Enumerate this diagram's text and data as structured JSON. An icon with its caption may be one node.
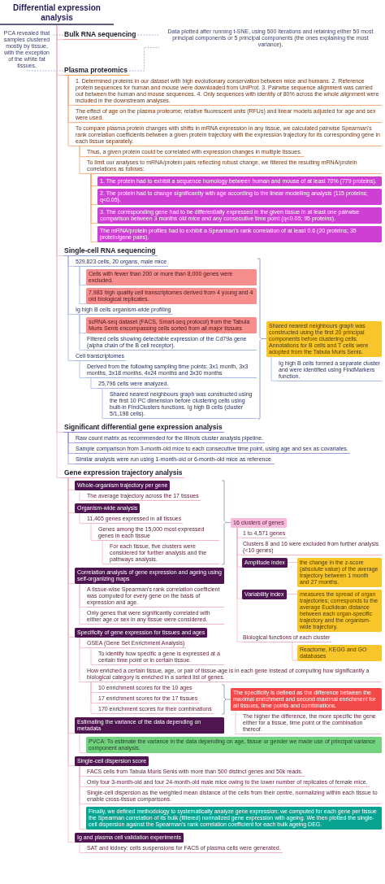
{
  "diagram": {
    "nodes": [
      {
        "text": [
          "Differential expression analysis"
        ]
      },
      {
        "text": [
          "Bulk RNA sequencing"
        ]
      },
      {
        "text": [
          "PCA revealed that samples clustered mostly by tissue, with the exception of the white fat tissues."
        ]
      },
      {
        "text": [
          "Data plotted after running t-SNE, using 500 iterations and retaining either 50 most principal components or 5 principal components (the ones explaining the most variance)."
        ]
      },
      {
        "text": [
          "Plasma proteomics"
        ]
      },
      {
        "text": [
          "1. Determined proteins in our dataset with high evolutionary conservation between mice and humans. 2. Reference protein sequences for human and mouse were downloaded from UniProt. 3. Pairwise sequence alignment was carried out between the human and mouse sequences. 4. Only sequences with identity of 80% across the whole alignment were included in the downstream analyses."
        ]
      },
      {
        "text": [
          "The effect of age on the plasma proteome; relative fluorescent units (RFUs) and linear models adjusted for age and sex were used."
        ]
      },
      {
        "text": [
          "To compare plasma protein changes with shifts in mRNA expression in any tissue, we calculated pairwise Spearman's rank correlation coefficients between a given protein trajectory with the expression trajectory for its corresponding gene in each tissue separately."
        ]
      },
      {
        "text": [
          "Thus, a given protein could be correlated with expression changes in multiple tissues."
        ]
      },
      {
        "text": [
          "To limit our analyses to mRNA/protein pairs reflecting robust change, we filtered the resulting mRNA/protein correlations as follows:"
        ]
      },
      {
        "text": [
          "1. The protein had to exhibit a sequence homology between human and mouse of at least 70% (779 proteins)."
        ]
      },
      {
        "text": [
          "2. The protein had to change significantly with age according to the linear modelling analysis (115 proteins; q<0.05)."
        ]
      },
      {
        "text": [
          "3. The corresponding gene had to be differentially expressed in the given tissue in at least one pairwise comparison between 3 months old mice and any consecutive time point (q<0.05; 95 proteins)."
        ]
      },
      {
        "text": [
          "The mRNA/protein profiles had to exhibit a Spearman's rank correlation of at least 0.6 (20 proteins; 35 protein/gene pairs)."
        ]
      },
      {
        "text": [
          "Single-cell RNA sequencing"
        ]
      },
      {
        "text": [
          "529,823 cells, 20 organs, male mice"
        ]
      },
      {
        "text": [
          "Cells with fewer than 200 or more than 8,000 genes were excluded."
        ]
      },
      {
        "text": [
          "7,983 high quality cell transcriptomes derived from 4 young and 4 old biological replicates."
        ]
      },
      {
        "text": [
          "Ig high B cells organism-wide profiling"
        ]
      },
      {
        "text": [
          "scRNA-seq dataset (FACS, Smart-seq protocol) from the Tabula Muris Senis encompassing cells sorted from all major tissues"
        ]
      },
      {
        "text": [
          "Filtered cells showing detectable expression of the Cd79a gene (alpha chain of the B cell receptor)."
        ]
      },
      {
        "text": [
          "Cell transcriptomes"
        ]
      },
      {
        "text": [
          "Derived from the following sampling time points: 3x1 month, 3x3 months, 3x18 months, 4x24 months and 3x30 months"
        ]
      },
      {
        "text": [
          "25,796 cells were analyzed."
        ]
      },
      {
        "text": [
          "Shared nearest neighbours graph was constructed using the first 10 PC dimension before clustering cells using built-in FindClusters functions. Ig high B cells (cluster 5/1,198 cells)."
        ]
      },
      {
        "text": [
          "Shared nearest neighbours graph was constructed using the first 20 principal components before clustering cells. Annotations for B cells and T cells were adopted from the Tabula Muris Senis."
        ]
      },
      {
        "text": [
          "Ig high B cells formed a separate cluster and were identified using FindMarkers function."
        ]
      },
      {
        "text": [
          "Significant differential gene expression analysis"
        ]
      },
      {
        "text": [
          "Raw count matrix as recommended for the Illinois cluster analysis pipeline."
        ]
      },
      {
        "text": [
          "Sample comparison from 3-month-old mice to each consecutive time point, using age and sex as covariates."
        ]
      },
      {
        "text": [
          "Similar analysis were run using 1-month-old or 6-month-old mice as reference."
        ]
      },
      {
        "text": [
          "Gene expression trajectory analysis"
        ]
      },
      {
        "text": [
          "Whole-organism trajectory per gene"
        ]
      },
      {
        "text": [
          "The average trajectory across the 17 tissues"
        ]
      },
      {
        "text": [
          "Organism-wide analysis"
        ]
      },
      {
        "text": [
          "11,465 genes expressed in all tissues"
        ]
      },
      {
        "text": [
          "Genes among the 15,000 most expressed genes in each tissue"
        ]
      },
      {
        "text": [
          "For each tissue, five clusters were considered for further analysis and the pathways analysis."
        ]
      },
      {
        "text": [
          "16 clusters of genes"
        ]
      },
      {
        "text": [
          "1 to 4,571 genes"
        ]
      },
      {
        "text": [
          "Clusters 8 and 16 were excluded from further analysis (<10 genes)"
        ]
      },
      {
        "text": [
          "Amplitude index"
        ]
      },
      {
        "text": [
          "the change in the z-score (absolute value) of the average trajectory between 1 month and 27 months."
        ]
      },
      {
        "text": [
          "Variability index"
        ]
      },
      {
        "text": [
          "measures the spread of organ trajectories; corresponds to the average Euclidean distance between each organ-specific trajectory and the organism-wide trajectory."
        ]
      },
      {
        "text": [
          "Biological functions of each cluster"
        ]
      },
      {
        "text": [
          "Reactome, KEGG and GO databases"
        ]
      },
      {
        "text": [
          "Correlation analysis of gene expression and ageing using self-organizing maps"
        ]
      },
      {
        "text": [
          "A tissue-wise Spearman's rank correlation coefficient was computed for every gene on the basis of expression and age."
        ]
      },
      {
        "text": [
          "Only genes that were significantly correlated with either age or sex in any tissue were considered."
        ]
      },
      {
        "text": [
          "Specificity of gene expression for tissues and ages"
        ]
      },
      {
        "text": [
          "GSEA (Gene Set Enrichment Analysis)"
        ]
      },
      {
        "text": [
          "To identify how specific a gene is expressed at a certain time point or in certain tissue."
        ]
      },
      {
        "text": [
          "How enriched a certain tissue, age, or pair of tissue-age is in each gene instead of computing how significantly a biological category is enriched in a sorted list of genes."
        ]
      },
      {
        "text": [
          "10 enrichment scores for the 10 ages"
        ]
      },
      {
        "text": [
          "17 enrichment scores for the 17 tissues"
        ]
      },
      {
        "text": [
          "170 enrichment scores for their combinations"
        ]
      },
      {
        "text": [
          "The specificity is defined as the difference between the maximal enrichment and second maximal enrichment for all tissues, time points and combinations."
        ]
      },
      {
        "text": [
          "The higher the difference, the more specific the gene either for a tissue, time point or the combination thereof."
        ]
      },
      {
        "text": [
          "Estimating the variance of the data depending on metadata"
        ]
      },
      {
        "text": [
          "PVCA: To estimate the variance in the data depending on age, tissue or gender we made use of principal variance component analysis."
        ]
      },
      {
        "text": [
          "Single-cell dispersion score"
        ]
      },
      {
        "text": [
          "FACS cells from Tabula Muris Senis with more than 500 distinct genes and 50k reads."
        ]
      },
      {
        "text": [
          "Only four 3-month-old and four 24-month-old male mice owing to the lower number of replicates of female mice."
        ]
      },
      {
        "text": [
          "Single-cell dispersion as the weighted mean distance of the cells from their centre, normalizing within each tissue to enable cross-tissue comparisons."
        ]
      },
      {
        "text": [
          "Finally, we defined methodology to systematically analyze gene expression: we computed for each gene per tissue the Spearman correlation of its bulk (filtered) normalized gene expression with ageing. We then plotted the single-cell dispersion against the Spearman's rank correlation coefficient for each bulk ageing DEG."
        ]
      },
      {
        "text": [
          "Ig and plasma cell validation experiments"
        ]
      },
      {
        "text": [
          "SAT and kidney: cells suspensions for FACS of plasma cells were generated."
        ]
      }
    ],
    "edges": [
      {
        "from": 0,
        "to": 1,
        "arrow": "none"
      },
      {
        "from": 0,
        "to": 4,
        "arrow": "none"
      },
      {
        "from": 0,
        "to": 14,
        "arrow": "none"
      },
      {
        "from": 0,
        "to": 27,
        "arrow": "none"
      },
      {
        "from": 0,
        "to": 31,
        "arrow": "none"
      },
      {
        "from": 1,
        "to": 2,
        "arrow": "none",
        "style": "dashed",
        "color": "#9ea6c4"
      },
      {
        "from": 4,
        "to": 2,
        "arrow": "none",
        "style": "dashed",
        "color": "#9ea6c4"
      },
      {
        "from": 1,
        "to": 3,
        "arrow": "none",
        "style": "dashed",
        "color": "#9ea6c4"
      },
      {
        "from": 4,
        "to": 3,
        "arrow": "none",
        "style": "dashed",
        "color": "#9ea6c4"
      },
      {
        "from": 4,
        "to": 5,
        "arrow": "none",
        "color": "#f6a46c"
      },
      {
        "from": 4,
        "to": 6,
        "arrow": "none",
        "color": "#f6a46c"
      },
      {
        "from": 4,
        "to": 7,
        "arrow": "none",
        "color": "#f6a46c"
      },
      {
        "from": 7,
        "to": 8,
        "arrow": "none",
        "color": "#f6a46c"
      },
      {
        "from": 7,
        "to": 9,
        "arrow": "none",
        "color": "#f6a46c"
      },
      {
        "from": 9,
        "to": 10,
        "arrow": "none",
        "color": "#f6a46c"
      },
      {
        "from": 9,
        "to": 11,
        "arrow": "none",
        "color": "#f6a46c"
      },
      {
        "from": 9,
        "to": 12,
        "arrow": "none",
        "color": "#f6a46c"
      },
      {
        "from": 9,
        "to": 13,
        "arrow": "none",
        "color": "#f6a46c"
      },
      {
        "from": 14,
        "to": 15,
        "arrow": "none",
        "color": "#a3b4e6"
      },
      {
        "from": 15,
        "to": 16,
        "arrow": "none",
        "color": "#a3b4e6"
      },
      {
        "from": 15,
        "to": 17,
        "arrow": "none",
        "color": "#a3b4e6"
      },
      {
        "from": 14,
        "to": 18,
        "arrow": "none",
        "color": "#a3b4e6"
      },
      {
        "from": 18,
        "to": 19,
        "arrow": "none",
        "color": "#a3b4e6"
      },
      {
        "from": 18,
        "to": 20,
        "arrow": "none",
        "color": "#a3b4e6"
      },
      {
        "from": 14,
        "to": 21,
        "arrow": "none",
        "color": "#a3b4e6"
      },
      {
        "from": 21,
        "to": 22,
        "arrow": "none",
        "color": "#a3b4e6"
      },
      {
        "from": 22,
        "to": 23,
        "arrow": "none",
        "color": "#a3b4e6"
      },
      {
        "from": 23,
        "to": 24,
        "arrow": "none",
        "color": "#a3b4e6"
      },
      {
        "from": 25,
        "to": 26,
        "arrow": "none",
        "color": "#a3b4e6"
      },
      {
        "from": 27,
        "to": 28,
        "arrow": "none",
        "color": "#9b92e2"
      },
      {
        "from": 27,
        "to": 29,
        "arrow": "none",
        "color": "#9b92e2"
      },
      {
        "from": 27,
        "to": 30,
        "arrow": "none",
        "color": "#9b92e2"
      },
      {
        "from": 31,
        "to": 32,
        "arrow": "none"
      },
      {
        "from": 32,
        "to": 33,
        "arrow": "none"
      },
      {
        "from": 31,
        "to": 34,
        "arrow": "none"
      },
      {
        "from": 34,
        "to": 35,
        "arrow": "none"
      },
      {
        "from": 35,
        "to": 36,
        "arrow": "none"
      },
      {
        "from": 36,
        "to": 37,
        "arrow": "none"
      },
      {
        "from": 38,
        "to": 39,
        "arrow": "none"
      },
      {
        "from": 38,
        "to": 40,
        "arrow": "none"
      },
      {
        "from": 38,
        "to": 41,
        "arrow": "none"
      },
      {
        "from": 41,
        "to": 42,
        "arrow": "none"
      },
      {
        "from": 38,
        "to": 43,
        "arrow": "none"
      },
      {
        "from": 43,
        "to": 44,
        "arrow": "none"
      },
      {
        "from": 38,
        "to": 45,
        "arrow": "none"
      },
      {
        "from": 45,
        "to": 46,
        "arrow": "none"
      },
      {
        "from": 31,
        "to": 47,
        "arrow": "none"
      },
      {
        "from": 47,
        "to": 48,
        "arrow": "none"
      },
      {
        "from": 47,
        "to": 49,
        "arrow": "none"
      },
      {
        "from": 31,
        "to": 50,
        "arrow": "none"
      },
      {
        "from": 50,
        "to": 51,
        "arrow": "none"
      },
      {
        "from": 51,
        "to": 52,
        "arrow": "none"
      },
      {
        "from": 50,
        "to": 53,
        "arrow": "none"
      },
      {
        "from": 53,
        "to": 54,
        "arrow": "none"
      },
      {
        "from": 53,
        "to": 55,
        "arrow": "none"
      },
      {
        "from": 53,
        "to": 56,
        "arrow": "none"
      },
      {
        "from": 57,
        "to": 58,
        "arrow": "none"
      },
      {
        "from": 31,
        "to": 59,
        "arrow": "none"
      },
      {
        "from": 59,
        "to": 60,
        "arrow": "none"
      },
      {
        "from": 31,
        "to": 61,
        "arrow": "none"
      },
      {
        "from": 61,
        "to": 62,
        "arrow": "none"
      },
      {
        "from": 61,
        "to": 63,
        "arrow": "none"
      },
      {
        "from": 61,
        "to": 64,
        "arrow": "none"
      },
      {
        "from": 61,
        "to": 65,
        "arrow": "none"
      },
      {
        "from": 31,
        "to": 66,
        "arrow": "none"
      },
      {
        "from": 66,
        "to": 67,
        "arrow": "none"
      }
    ]
  }
}
